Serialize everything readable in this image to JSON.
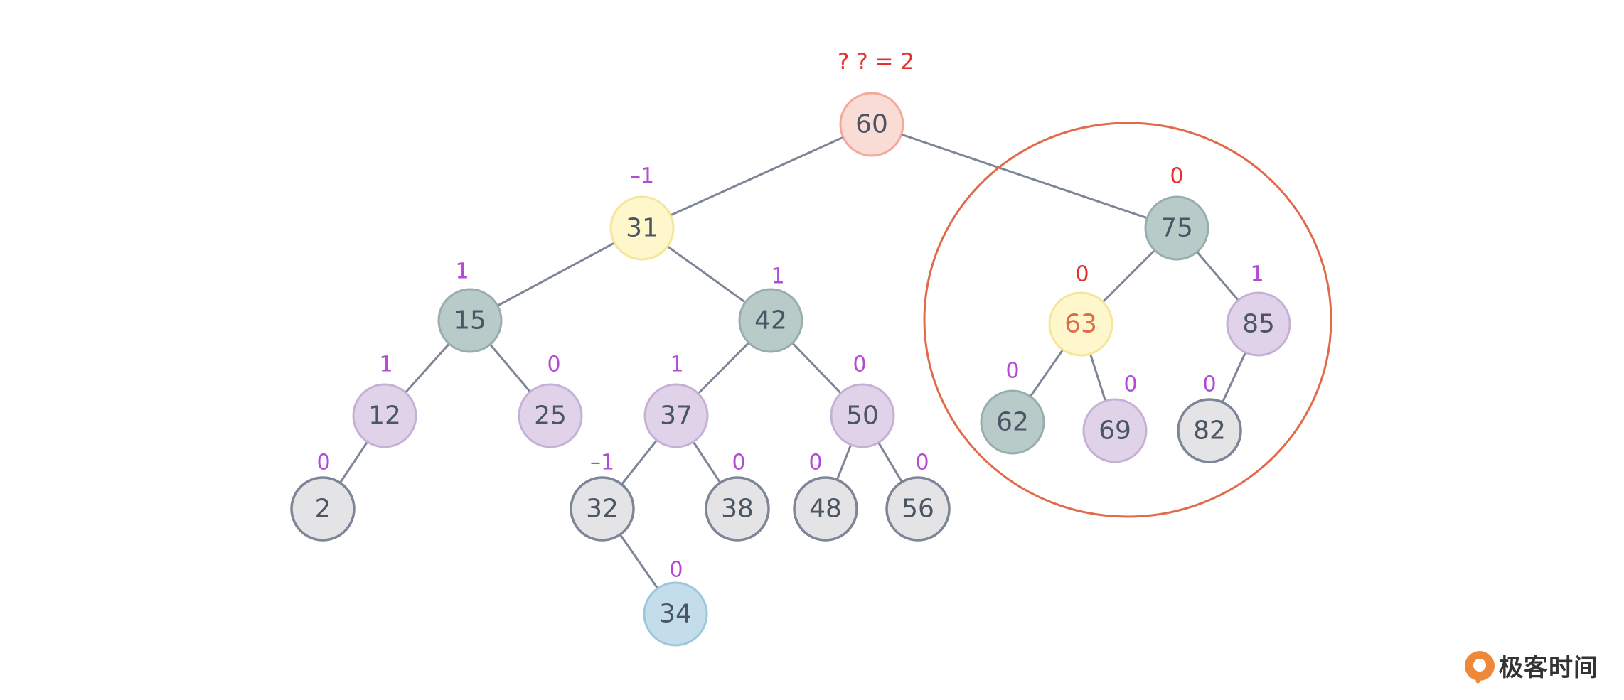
{
  "root_note": "? ?  = 2",
  "colors": {
    "pink": "#fadcd6",
    "pink_stroke": "#f2a99a",
    "yellow": "#fff7cc",
    "yellow_stroke": "#f5e69a",
    "teal": "#b9cbc9",
    "teal_stroke": "#98aeac",
    "purple": "#e0d3e9",
    "purple_stroke": "#c6b1d6",
    "gray": "#e4e4e6",
    "gray_stroke": "#7d8596",
    "blue": "#c3deea",
    "blue_stroke": "#9ec7dc",
    "edge": "#7d8596",
    "text": "#4b5563",
    "bf_purple": "#b44ad4",
    "bf_red": "#e5312d",
    "highlight_text": "#e06b4b",
    "circle": "#e06b4b"
  },
  "nodes": [
    {
      "id": "n60",
      "label": "60",
      "bf": "",
      "style": "pink"
    },
    {
      "id": "n31",
      "label": "31",
      "bf": "–1",
      "style": "yellow",
      "bf_color": "purple"
    },
    {
      "id": "n75",
      "label": "75",
      "bf": "0",
      "style": "teal",
      "bf_color": "red"
    },
    {
      "id": "n15",
      "label": "15",
      "bf": "1",
      "style": "teal",
      "bf_color": "purple"
    },
    {
      "id": "n42",
      "label": "42",
      "bf": "1",
      "style": "teal",
      "bf_color": "purple"
    },
    {
      "id": "n63",
      "label": "63",
      "bf": "0",
      "style": "yellow",
      "bf_color": "red",
      "text_color": "highlight"
    },
    {
      "id": "n85",
      "label": "85",
      "bf": "1",
      "style": "purple",
      "bf_color": "purple"
    },
    {
      "id": "n12",
      "label": "12",
      "bf": "1",
      "style": "purple",
      "bf_color": "purple"
    },
    {
      "id": "n25",
      "label": "25",
      "bf": "0",
      "style": "purple",
      "bf_color": "purple"
    },
    {
      "id": "n37",
      "label": "37",
      "bf": "1",
      "style": "purple",
      "bf_color": "purple"
    },
    {
      "id": "n50",
      "label": "50",
      "bf": "0",
      "style": "purple",
      "bf_color": "purple"
    },
    {
      "id": "n62",
      "label": "62",
      "bf": "0",
      "style": "teal",
      "bf_color": "purple"
    },
    {
      "id": "n69",
      "label": "69",
      "bf": "0",
      "style": "purple",
      "bf_color": "purple"
    },
    {
      "id": "n82",
      "label": "82",
      "bf": "0",
      "style": "gray",
      "bf_color": "purple"
    },
    {
      "id": "n2",
      "label": "2",
      "bf": "0",
      "style": "gray",
      "bf_color": "purple"
    },
    {
      "id": "n32",
      "label": "32",
      "bf": "–1",
      "style": "gray",
      "bf_color": "purple"
    },
    {
      "id": "n38",
      "label": "38",
      "bf": "0",
      "style": "gray",
      "bf_color": "purple"
    },
    {
      "id": "n48",
      "label": "48",
      "bf": "0",
      "style": "gray",
      "bf_color": "purple"
    },
    {
      "id": "n56",
      "label": "56",
      "bf": "0",
      "style": "gray",
      "bf_color": "purple"
    },
    {
      "id": "n34",
      "label": "34",
      "bf": "0",
      "style": "blue",
      "bf_color": "purple"
    }
  ],
  "edges": [
    [
      "n60",
      "n31"
    ],
    [
      "n60",
      "n75"
    ],
    [
      "n31",
      "n15"
    ],
    [
      "n31",
      "n42"
    ],
    [
      "n75",
      "n63"
    ],
    [
      "n75",
      "n85"
    ],
    [
      "n15",
      "n12"
    ],
    [
      "n15",
      "n25"
    ],
    [
      "n42",
      "n37"
    ],
    [
      "n42",
      "n50"
    ],
    [
      "n63",
      "n62"
    ],
    [
      "n63",
      "n69"
    ],
    [
      "n85",
      "n82"
    ],
    [
      "n12",
      "n2"
    ],
    [
      "n37",
      "n32"
    ],
    [
      "n37",
      "n38"
    ],
    [
      "n50",
      "n48"
    ],
    [
      "n50",
      "n56"
    ],
    [
      "n32",
      "n34"
    ]
  ],
  "logo": {
    "text": "极客时间"
  }
}
